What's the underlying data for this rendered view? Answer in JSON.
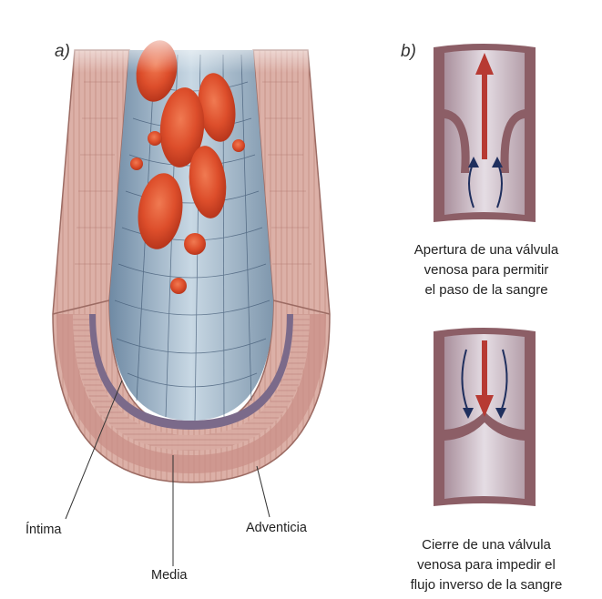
{
  "panel_a": {
    "label": "a)",
    "labels": {
      "intima": "Íntima",
      "media": "Media",
      "adventicia": "Adventicia"
    }
  },
  "panel_b": {
    "label": "b)",
    "caption_open": [
      "Apertura de una válvula",
      "venosa para permitir",
      "el paso de la sangre"
    ],
    "caption_close": [
      "Cierre de una válvula",
      "venosa para impedir el",
      "flujo inverso de la sangre"
    ]
  },
  "colors": {
    "wall": "#d8a8a0",
    "wall_dark": "#b47f78",
    "lumen": "#9fb6c9",
    "lumen_light": "#d9e6ee",
    "blood_cell": "#e0522e",
    "flow_arrow_red": "#b73a33",
    "flow_arrow_blue": "#1f2f5e",
    "valve_interior": "#d3c8d2",
    "valve_wall": "#8c5e66"
  }
}
